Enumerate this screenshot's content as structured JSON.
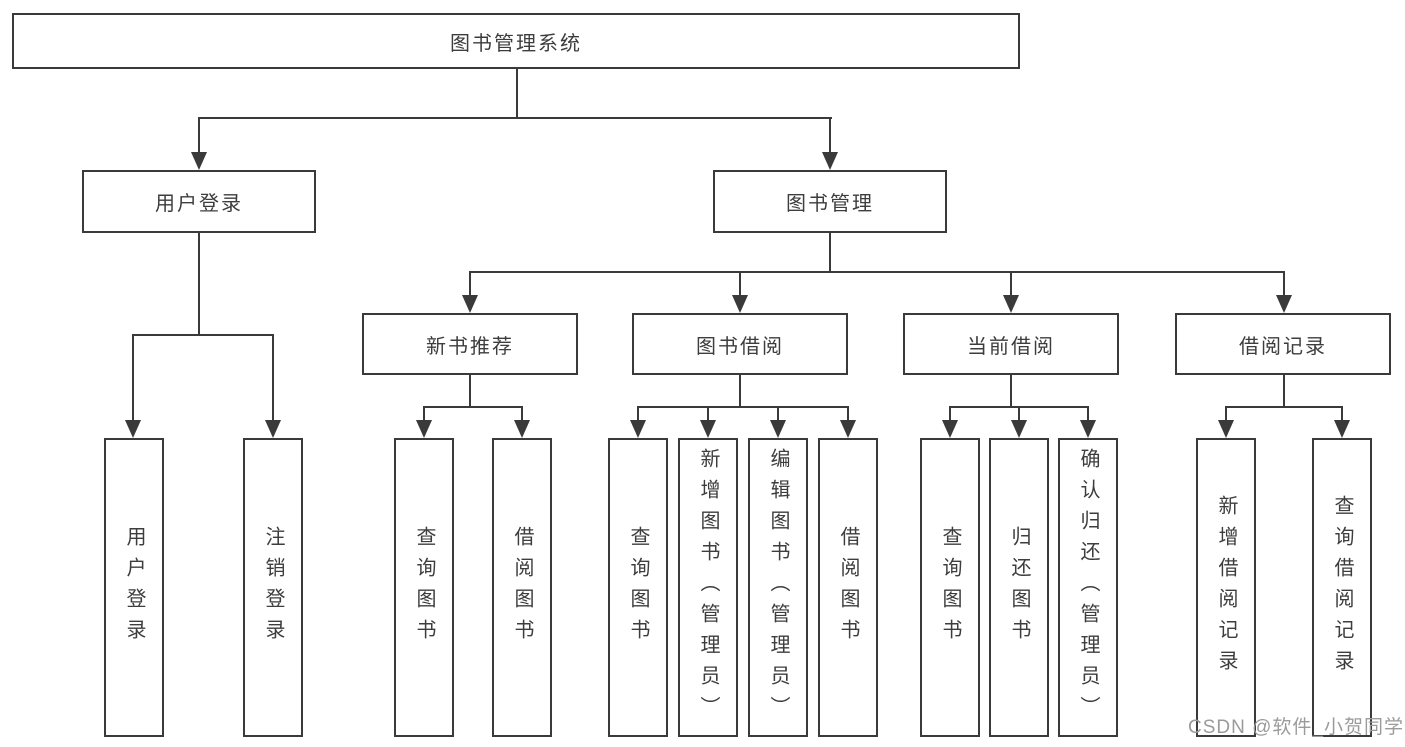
{
  "title": "图书管理系统",
  "watermark": "CSDN @软件_小贺同学",
  "colors": {
    "line": "#3a3a3a",
    "text": "#3d3d3d",
    "background": "#ffffff",
    "watermark": "#9b9b9b"
  },
  "diagram_type": "hierarchy-tree",
  "tree": {
    "root": {
      "label": "图书管理系统"
    },
    "branches": [
      {
        "label": "用户登录",
        "children": [
          "用户登录",
          "注销登录"
        ]
      },
      {
        "label": "图书管理",
        "children": [
          {
            "label": "新书推荐",
            "children": [
              "查询图书",
              "借阅图书"
            ]
          },
          {
            "label": "图书借阅",
            "children": [
              "查询图书",
              "新增图书（管理员）",
              "编辑图书（管理员）",
              "借阅图书"
            ]
          },
          {
            "label": "当前借阅",
            "children": [
              "查询图书",
              "归还图书",
              "确认归还（管理员）"
            ]
          },
          {
            "label": "借阅记录",
            "children": [
              "新增借阅记录",
              "查询借阅记录"
            ]
          }
        ]
      }
    ]
  }
}
